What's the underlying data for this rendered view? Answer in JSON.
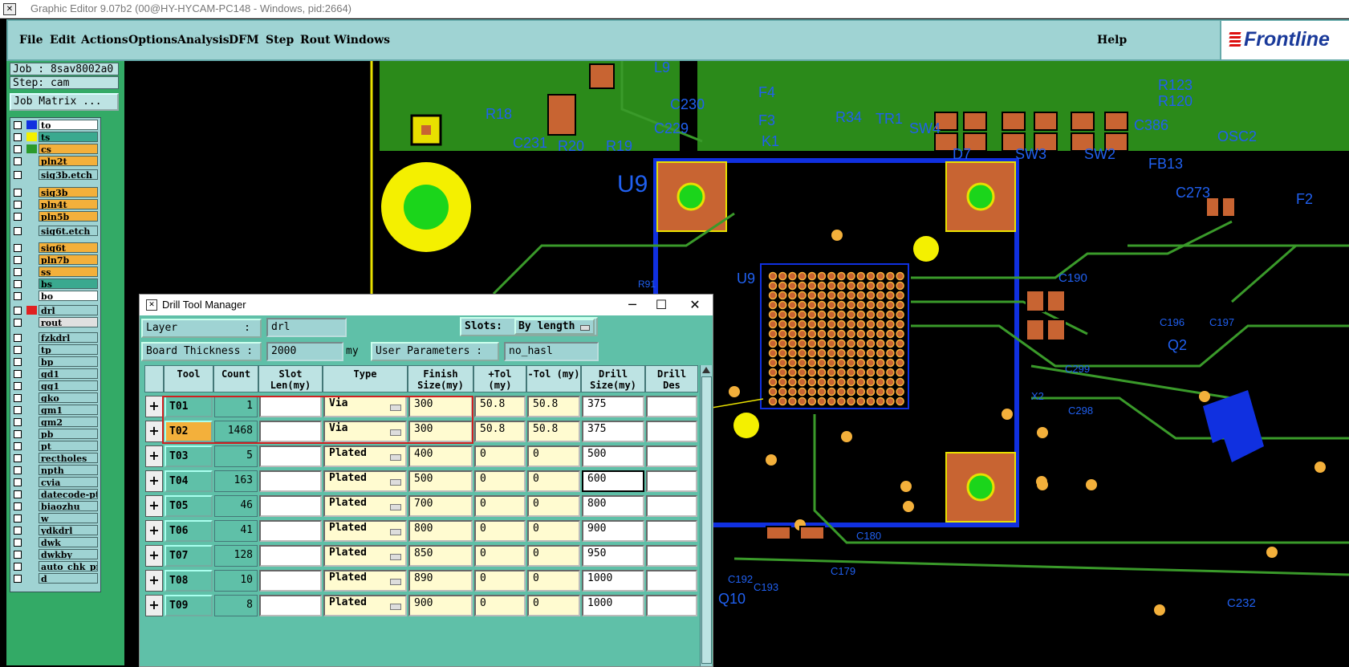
{
  "window": {
    "title": "Graphic Editor 9.07b2 (00@HY-HYCAM-PC148 - Windows, pid:2664)"
  },
  "menu": {
    "items": [
      "File",
      "Edit",
      "Actions",
      "Options",
      "Analysis",
      "DFM",
      "Step",
      "Rout",
      "Windows"
    ],
    "help": "Help",
    "logo": "Frontline"
  },
  "job": {
    "job_label": "Job : 8sav8002a0",
    "step_label": "Step: cam",
    "matrix_button": "Job Matrix ..."
  },
  "layers": [
    {
      "name": "to",
      "color": "#ffffff",
      "swatch": "#1030e0"
    },
    {
      "name": "ts",
      "color": "#3aa98f",
      "swatch": "#f4f000"
    },
    {
      "name": "cs",
      "color": "#f3b03b",
      "swatch": "#2b9a2b"
    },
    {
      "name": "pln2t",
      "color": "#f3b03b",
      "swatch": ""
    },
    {
      "name": "sig3b.etch",
      "color": "#9fd3d3",
      "swatch": ""
    },
    {
      "name": "sig3b",
      "color": "#f3b03b",
      "swatch": ""
    },
    {
      "name": "pln4t",
      "color": "#f3b03b",
      "swatch": ""
    },
    {
      "name": "pln5b",
      "color": "#f3b03b",
      "swatch": ""
    },
    {
      "name": "sig6t.etch",
      "color": "#9fd3d3",
      "swatch": ""
    },
    {
      "name": "sig6t",
      "color": "#f3b03b",
      "swatch": ""
    },
    {
      "name": "pln7b",
      "color": "#f3b03b",
      "swatch": ""
    },
    {
      "name": "ss",
      "color": "#f3b03b",
      "swatch": ""
    },
    {
      "name": "bs",
      "color": "#3aa98f",
      "swatch": ""
    },
    {
      "name": "bo",
      "color": "#ffffff",
      "swatch": ""
    },
    {
      "name": "drl",
      "color": "#9fd3d3",
      "swatch": "#e02020"
    },
    {
      "name": "rout",
      "color": "#e0e0e0",
      "swatch": ""
    },
    {
      "name": "fzkdrl",
      "color": "#9fd3d3",
      "swatch": ""
    },
    {
      "name": "tp",
      "color": "#9fd3d3",
      "swatch": ""
    },
    {
      "name": "bp",
      "color": "#9fd3d3",
      "swatch": ""
    },
    {
      "name": "gd1",
      "color": "#9fd3d3",
      "swatch": ""
    },
    {
      "name": "gg1",
      "color": "#9fd3d3",
      "swatch": ""
    },
    {
      "name": "gko",
      "color": "#9fd3d3",
      "swatch": ""
    },
    {
      "name": "gm1",
      "color": "#9fd3d3",
      "swatch": ""
    },
    {
      "name": "gm2",
      "color": "#9fd3d3",
      "swatch": ""
    },
    {
      "name": "pb",
      "color": "#9fd3d3",
      "swatch": ""
    },
    {
      "name": "pt",
      "color": "#9fd3d3",
      "swatch": ""
    },
    {
      "name": "rectholes",
      "color": "#9fd3d3",
      "swatch": ""
    },
    {
      "name": "npth",
      "color": "#9fd3d3",
      "swatch": ""
    },
    {
      "name": "cvia",
      "color": "#9fd3d3",
      "swatch": ""
    },
    {
      "name": "datecode-pt",
      "color": "#9fd3d3",
      "swatch": ""
    },
    {
      "name": "biaozhu",
      "color": "#9fd3d3",
      "swatch": ""
    },
    {
      "name": "w",
      "color": "#9fd3d3",
      "swatch": ""
    },
    {
      "name": "ydkdrl",
      "color": "#9fd3d3",
      "swatch": ""
    },
    {
      "name": "dwk",
      "color": "#9fd3d3",
      "swatch": ""
    },
    {
      "name": "dwkby",
      "color": "#9fd3d3",
      "swatch": ""
    },
    {
      "name": "auto_chk_pn",
      "color": "#9fd3d3",
      "swatch": ""
    },
    {
      "name": "d",
      "color": "#9fd3d3",
      "swatch": ""
    }
  ],
  "pcb_labels": {
    "u9_big": "U9",
    "u9_small": "U9",
    "r18": "R18",
    "c231": "C231",
    "r20": "R20",
    "r19": "R19",
    "l9": "L9",
    "c229": "C229",
    "c230": "C230",
    "f4": "F4",
    "f3": "F3",
    "k1": "K1",
    "r34": "R34",
    "tr1": "TR1",
    "sw4": "SW4",
    "d7": "D7",
    "sw3": "SW3",
    "sw2": "SW2",
    "r123": "R123",
    "r120": "R120",
    "c386": "C386",
    "osc2": "OSC2",
    "fb13": "FB13",
    "c273": "C273",
    "c190": "C190",
    "c299": "C299",
    "x2": "X2",
    "c298": "C298",
    "q2": "Q2",
    "r91": "R91",
    "c196": "C196",
    "c197": "C197",
    "q10": "Q10",
    "c192": "C192",
    "c193": "C193",
    "c179": "C179",
    "c180": "C180",
    "c232": "C232",
    "f2": "F2"
  },
  "dialog": {
    "title": "Drill Tool Manager",
    "layer_label": "Layer",
    "layer_colon": ":",
    "layer_value": "drl",
    "slots_label": "Slots:",
    "slots_value": "By length",
    "thickness_label": "Board Thickness :",
    "thickness_value": "2000",
    "thickness_unit": "my",
    "user_params_label": "User Parameters :",
    "user_params_value": "no_hasl",
    "columns": [
      "Tool",
      "Count",
      "Slot Len(my)",
      "Type",
      "Finish Size(my)",
      "+Tol (my)",
      "-Tol (my)",
      "Drill Size(my)",
      "Drill Des"
    ],
    "rows": [
      {
        "tool": "T01",
        "count": "1",
        "slot_len": "",
        "type": "Via",
        "finish": "300",
        "ptol": "50.8",
        "ntol": "50.8",
        "drill": "375",
        "des": ""
      },
      {
        "tool": "T02",
        "count": "1468",
        "slot_len": "",
        "type": "Via",
        "finish": "300",
        "ptol": "50.8",
        "ntol": "50.8",
        "drill": "375",
        "des": ""
      },
      {
        "tool": "T03",
        "count": "5",
        "slot_len": "",
        "type": "Plated",
        "finish": "400",
        "ptol": "0",
        "ntol": "0",
        "drill": "500",
        "des": ""
      },
      {
        "tool": "T04",
        "count": "163",
        "slot_len": "",
        "type": "Plated",
        "finish": "500",
        "ptol": "0",
        "ntol": "0",
        "drill": "600",
        "des": ""
      },
      {
        "tool": "T05",
        "count": "46",
        "slot_len": "",
        "type": "Plated",
        "finish": "700",
        "ptol": "0",
        "ntol": "0",
        "drill": "800",
        "des": ""
      },
      {
        "tool": "T06",
        "count": "41",
        "slot_len": "",
        "type": "Plated",
        "finish": "800",
        "ptol": "0",
        "ntol": "0",
        "drill": "900",
        "des": ""
      },
      {
        "tool": "T07",
        "count": "128",
        "slot_len": "",
        "type": "Plated",
        "finish": "850",
        "ptol": "0",
        "ntol": "0",
        "drill": "950",
        "des": ""
      },
      {
        "tool": "T08",
        "count": "10",
        "slot_len": "",
        "type": "Plated",
        "finish": "890",
        "ptol": "0",
        "ntol": "0",
        "drill": "1000",
        "des": ""
      },
      {
        "tool": "T09",
        "count": "8",
        "slot_len": "",
        "type": "Plated",
        "finish": "900",
        "ptol": "0",
        "ntol": "0",
        "drill": "1000",
        "des": ""
      }
    ]
  }
}
